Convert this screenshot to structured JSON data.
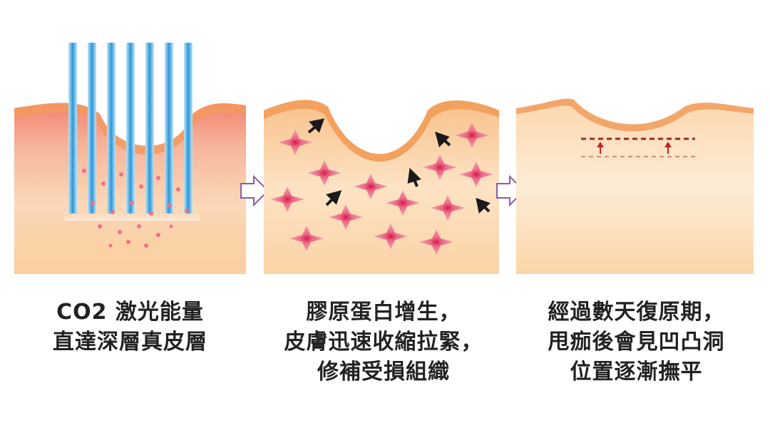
{
  "steps": [
    {
      "lines": [
        "CO2 激光能量",
        "直達深層真皮層"
      ]
    },
    {
      "lines": [
        "膠原蛋白增生，",
        "皮膚迅速收縮拉緊，",
        "修補受損組織"
      ]
    },
    {
      "lines": [
        "經過數天復原期，",
        "甩痂後會見凹凸洞",
        "位置逐漸撫平"
      ]
    }
  ],
  "colors": {
    "skin_top": "#f7b47c",
    "skin_light": "#fdeed7",
    "laser": "#3fa6dc",
    "collagen": "#e8637c",
    "arrow_outline": "#8c5aa8"
  }
}
